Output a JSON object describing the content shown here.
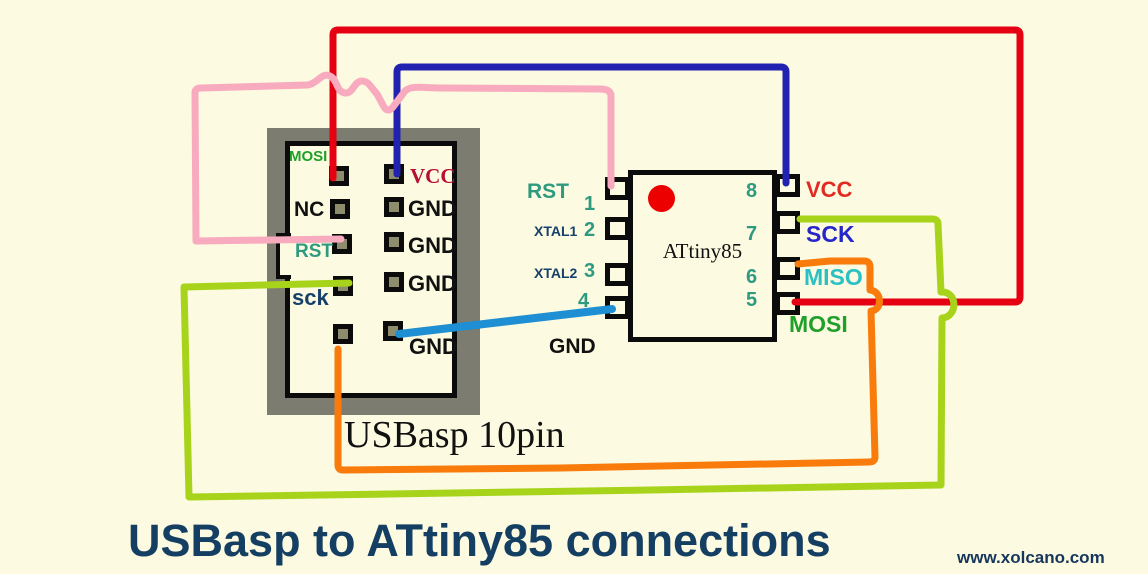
{
  "page": {
    "title": "USBasp to ATtiny85 connections",
    "website": "www.xolcano.com"
  },
  "usbasp": {
    "caption": "USBasp 10pin",
    "pin_labels": {
      "mosi": "MOSI",
      "vcc": "VCC",
      "nc": "NC",
      "gnd1": "GND",
      "rst": "RST",
      "gnd2": "GND",
      "sck": "sck",
      "gnd3": "GND",
      "gnd4": "GND"
    }
  },
  "attiny": {
    "name": "ATtiny85",
    "left": [
      {
        "num": "1",
        "label": "RST"
      },
      {
        "num": "2",
        "label": "XTAL1"
      },
      {
        "num": "3",
        "label": "XTAL2"
      },
      {
        "num": "4",
        "label": "GND"
      }
    ],
    "right": [
      {
        "num": "8",
        "label": "VCC"
      },
      {
        "num": "7",
        "label": "SCK"
      },
      {
        "num": "6",
        "label": "MISO"
      },
      {
        "num": "5",
        "label": "MOSI"
      }
    ]
  },
  "wires": [
    {
      "name": "red-wire",
      "color": "#E50112",
      "from": "USBasp MOSI",
      "to": "ATtiny85 pin 5 MOSI"
    },
    {
      "name": "blue-wire",
      "color": "#2222B0",
      "from": "USBasp VCC",
      "to": "ATtiny85 pin 8 VCC"
    },
    {
      "name": "pink-wire",
      "color": "#F8AABE",
      "from": "USBasp RST",
      "to": "ATtiny85 pin 1 RST"
    },
    {
      "name": "lightblue-wire",
      "color": "#1D8FD2",
      "from": "USBasp GND",
      "to": "ATtiny85 pin 4 GND"
    },
    {
      "name": "green-wire",
      "color": "#A7D41B",
      "from": "USBasp sck",
      "to": "ATtiny85 pin 7 SCK"
    },
    {
      "name": "orange-wire",
      "color": "#F87B0C",
      "from": "USBasp pin 9",
      "to": "ATtiny85 pin 6 MISO"
    }
  ],
  "palette": {
    "background": "#FCFAE0",
    "connector_gray": "#7C7C70",
    "pin_core_gray": "#8D8D6E",
    "title_color": "#143F63",
    "label_green": "#1FA02B",
    "label_teal": "#2E9B80",
    "label_navy": "#16416B",
    "label_crimson": "#B80D35",
    "label_red": "#E02A22",
    "label_blue": "#2626CC",
    "label_cyan": "#2BC0C4",
    "chip_dot_red": "#ED0000"
  }
}
